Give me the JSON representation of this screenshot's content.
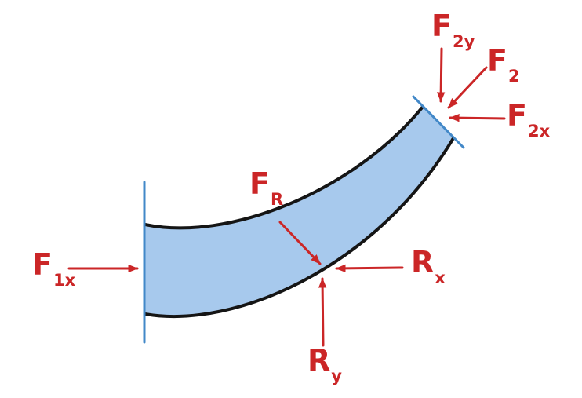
{
  "colors": {
    "background": "#ffffff",
    "pipe_fill": "#a7c9ed",
    "pipe_outline": "#151515",
    "face_line": "#4288c8",
    "arrow": "#cb2627"
  },
  "labels": {
    "f1x": {
      "base": "F",
      "sub": "1x"
    },
    "f2y": {
      "base": "F",
      "sub": "2y"
    },
    "f2": {
      "base": "F",
      "sub": "2"
    },
    "f2x": {
      "base": "F",
      "sub": "2x"
    },
    "fr": {
      "base": "F",
      "sub": "R"
    },
    "rx": {
      "base": "R",
      "sub": "x"
    },
    "ry": {
      "base": "R",
      "sub": "y"
    }
  },
  "arrows": [
    {
      "label": "F1x",
      "direction": "right",
      "points_at": "inlet face"
    },
    {
      "label": "F2y",
      "direction": "down",
      "points_at": "outlet face"
    },
    {
      "label": "F2",
      "direction": "down-left",
      "points_at": "outlet face"
    },
    {
      "label": "F2x",
      "direction": "left",
      "points_at": "outlet face"
    },
    {
      "label": "FR",
      "direction": "down-right",
      "points_at": "pipe lower edge"
    },
    {
      "label": "Rx",
      "direction": "left",
      "points_at": "pipe lower edge"
    },
    {
      "label": "Ry",
      "direction": "up",
      "points_at": "pipe lower edge"
    }
  ]
}
